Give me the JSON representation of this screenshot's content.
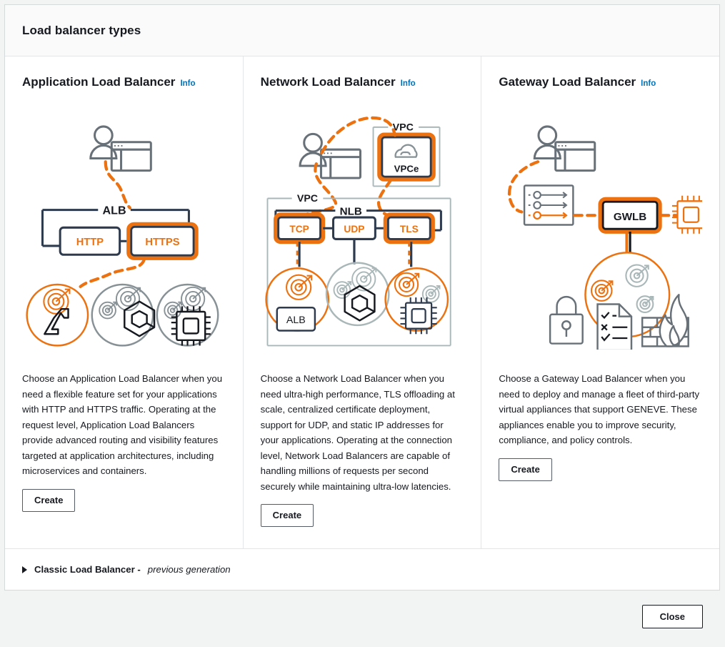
{
  "modal": {
    "title": "Load balancer types",
    "close_label": "Close"
  },
  "info_label": "Info",
  "create_label": "Create",
  "cards": [
    {
      "title": "Application Load Balancer",
      "info": "Info",
      "description": "Choose an Application Load Balancer when you need a flexible feature set for your applications with HTTP and HTTPS traffic. Operating at the request level, Application Load Balancers provide advanced routing and visibility features targeted at application architectures, including microservices and containers.",
      "create": "Create",
      "diagram": {
        "container_label": "ALB",
        "listeners": [
          "HTTP",
          "HTTPS"
        ],
        "selected_listener": "HTTPS",
        "targets": [
          "lambda",
          "container",
          "ec2-instance"
        ],
        "selected_target": "lambda",
        "client_icon": "user-browser-icon"
      }
    },
    {
      "title": "Network Load Balancer",
      "info": "Info",
      "description": "Choose a Network Load Balancer when you need ultra-high performance, TLS offloading at scale, centralized certificate deployment, support for UDP, and static IP addresses for your applications. Operating at the connection level, Network Load Balancers are capable of handling millions of requests per second securely while maintaining ultra-low latencies.",
      "create": "Create",
      "diagram": {
        "vpc_label_top": "VPC",
        "vpc_label_main": "VPC",
        "endpoint_label": "VPCe",
        "container_label": "NLB",
        "listeners": [
          "TCP",
          "UDP",
          "TLS"
        ],
        "selected_listeners": [
          "TCP",
          "TLS"
        ],
        "target_label": "ALB",
        "targets": [
          "alb",
          "container",
          "ec2-instance"
        ],
        "client_icon": "user-browser-icon"
      }
    },
    {
      "title": "Gateway Load Balancer",
      "info": "Info",
      "description": "Choose a Gateway Load Balancer when you need to deploy and manage a fleet of third-party virtual appliances that support GENEVE. These appliances enable you to improve security, compliance, and policy controls.",
      "create": "Create",
      "diagram": {
        "container_label": "GWLB",
        "route_table_rows": 3,
        "selected_route_row": 3,
        "appliances": [
          "lock",
          "checklist",
          "firewall"
        ],
        "endpoint_icon": "ec2-chip-icon",
        "client_icon": "user-browser-icon"
      }
    }
  ],
  "classic": {
    "label": "Classic Load Balancer -",
    "sub_label": "previous generation",
    "expanded": false
  },
  "colors": {
    "orange": "#ec7211",
    "dark": "#2e3b4e",
    "gray": "#687078",
    "link_blue": "#0073bb",
    "border": "#d5dbdb",
    "header_bg": "#fafafa",
    "page_bg": "#f2f3f3"
  }
}
